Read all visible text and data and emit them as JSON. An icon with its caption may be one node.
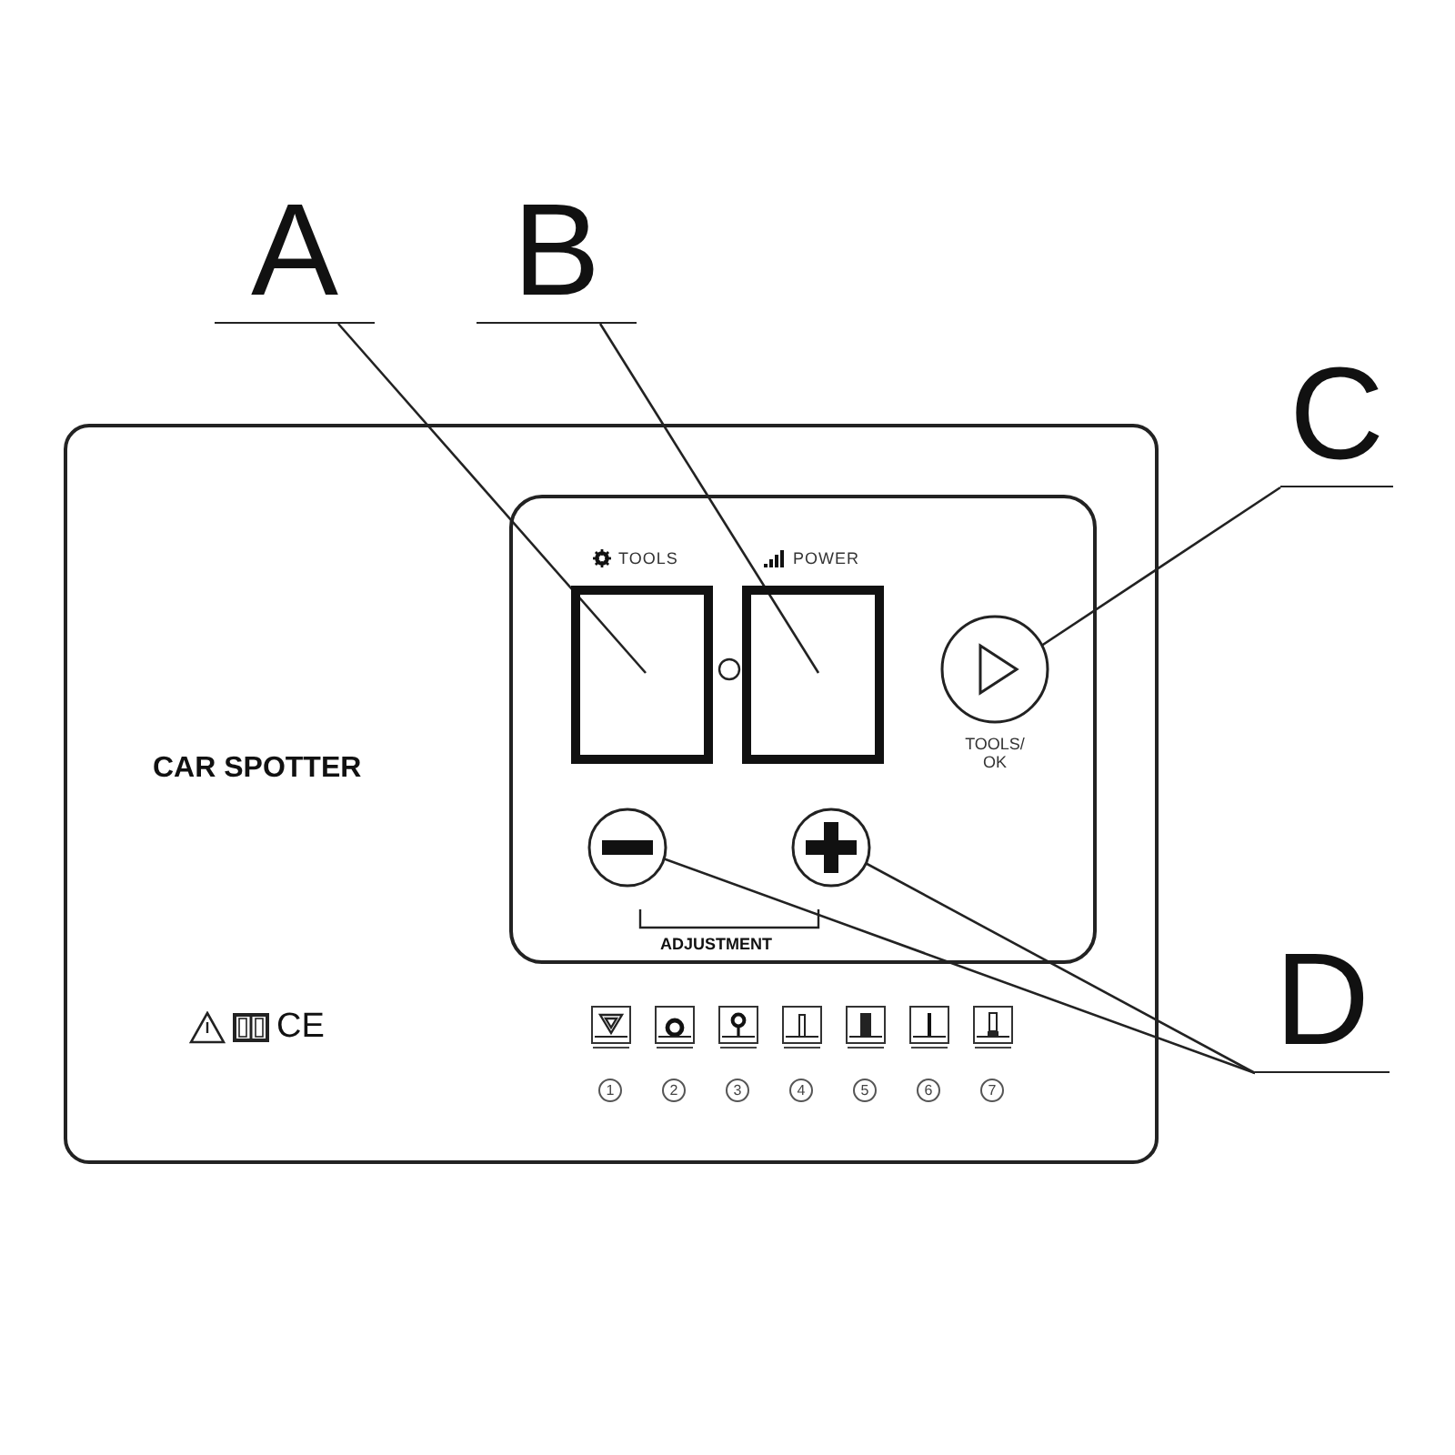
{
  "diagram": {
    "nodes": [
      {
        "text": [
          "A"
        ]
      },
      {
        "text": [
          "B"
        ]
      },
      {
        "text": [
          "C"
        ]
      },
      {
        "text": [
          "D"
        ]
      },
      {
        "text": [
          "TOOLS"
        ]
      },
      {
        "text": [
          "POWER"
        ]
      },
      {
        "text": [
          "TOOLS/ OK"
        ]
      },
      {
        "text": [],
        "shape": "circle"
      },
      {
        "text": [],
        "shape": "circle"
      }
    ],
    "edges": [
      {
        "from": 0,
        "to": 4,
        "arrow": "none"
      },
      {
        "from": 1,
        "to": 5,
        "arrow": "none"
      },
      {
        "from": 2,
        "to": 6,
        "arrow": "none"
      },
      {
        "from": 3,
        "to": 7,
        "arrow": "none"
      },
      {
        "from": 3,
        "to": 8,
        "arrow": "none"
      }
    ],
    "labels": [
      "CAR SPOTTER",
      "ADJUSTMENT",
      "1",
      "2",
      "3",
      "4",
      "5",
      "6",
      "7",
      "CE"
    ]
  }
}
